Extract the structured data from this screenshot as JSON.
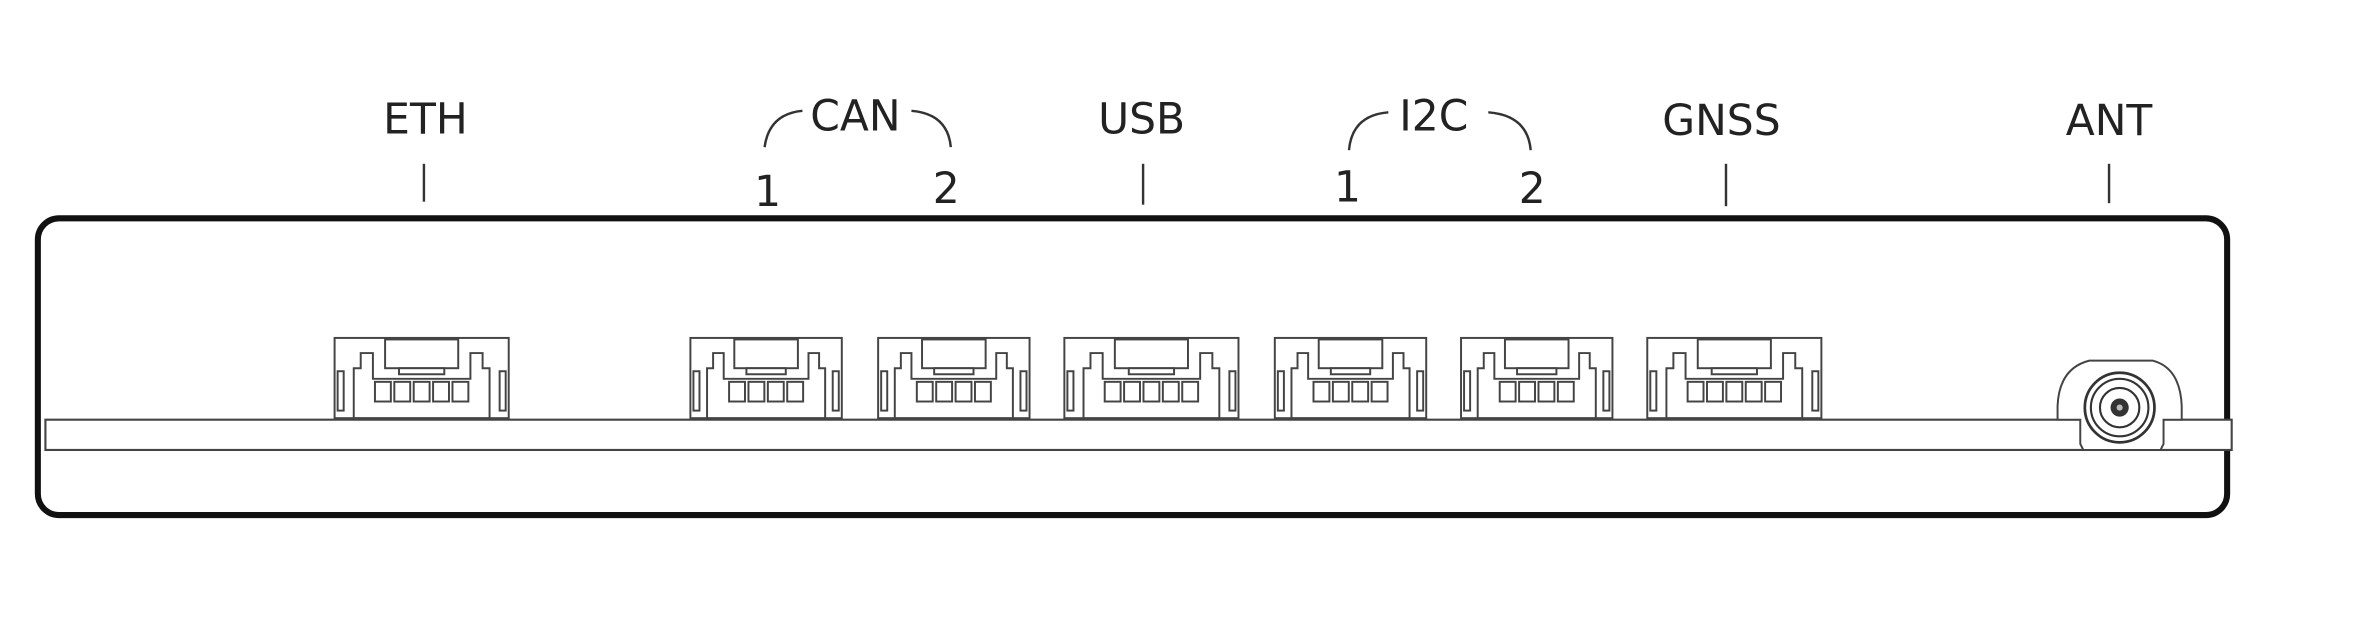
{
  "labels": {
    "eth": "ETH",
    "can": "CAN",
    "can_1": "1",
    "can_2": "2",
    "usb": "USB",
    "i2c": "I2C",
    "i2c_1": "1",
    "i2c_2": "2",
    "gnss": "GNSS",
    "ant": "ANT"
  },
  "connectors": [
    {
      "name": "eth",
      "pins": 5
    },
    {
      "name": "can-1",
      "pins": 4
    },
    {
      "name": "can-2",
      "pins": 4
    },
    {
      "name": "usb",
      "pins": 5
    },
    {
      "name": "i2c-1",
      "pins": 4
    },
    {
      "name": "i2c-2",
      "pins": 4
    },
    {
      "name": "gnss",
      "pins": 5
    }
  ],
  "colors": {
    "stroke": "#111111",
    "background": "#ffffff"
  }
}
